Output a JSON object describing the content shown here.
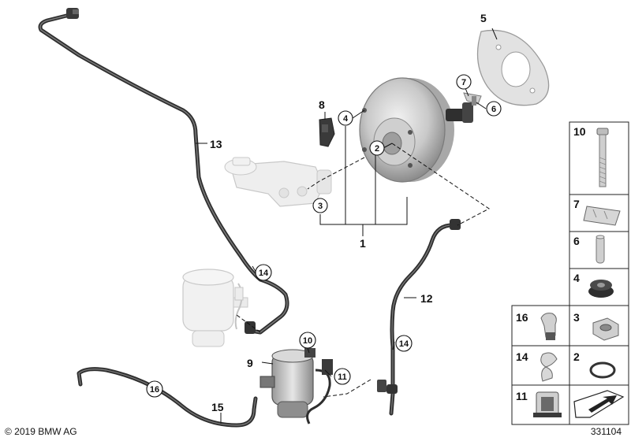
{
  "callouts": {
    "c1": "1",
    "c2": "2",
    "c3": "3",
    "c4": "4",
    "c5": "5",
    "c6": "6",
    "c7": "7",
    "c8": "8",
    "c9": "9",
    "c10": "10",
    "c11": "11",
    "c12": "12",
    "c13": "13",
    "c14a": "14",
    "c14b": "14",
    "c15": "15",
    "c16": "16"
  },
  "table": {
    "t10": "10",
    "t7": "7",
    "t6": "6",
    "t4": "4",
    "t16": "16",
    "t3": "3",
    "t14": "14",
    "t2": "2",
    "t11": "11"
  },
  "footer": {
    "copyright": "© 2019 BMW AG",
    "image_number": "331104"
  },
  "colors": {
    "hose": "#3a3a3a",
    "part_fill": "#d8d8d8",
    "ghost": "#eaeaea"
  }
}
